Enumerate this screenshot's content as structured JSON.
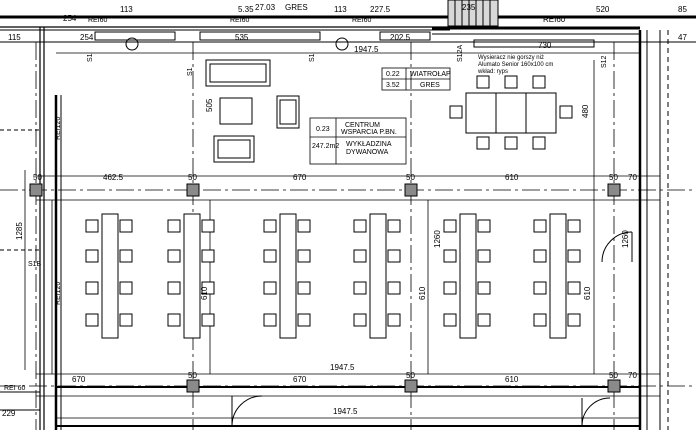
{
  "top_dims": [
    "254",
    "113",
    "5.35",
    "27.03",
    "GRES",
    "113",
    "227.5",
    "235",
    "REI60",
    "520",
    "85"
  ],
  "top_row2": [
    "115",
    "254",
    "535",
    "202.5",
    "730",
    "47"
  ],
  "rei_labels": [
    "REI60",
    "REI60",
    "REI60",
    "REI60",
    "REI120",
    "REI120",
    "REI 60",
    "REI60"
  ],
  "s_labels": [
    "S1",
    "S1",
    "S1",
    "S12",
    "S12A",
    "S1B"
  ],
  "room_main": {
    "code": "0.23",
    "name1": "CENTRUM",
    "name2": "WSPARCIA P.BN.",
    "area": "247.2m2",
    "floor1": "WYKŁADZINA",
    "floor2": "DYWANOWA"
  },
  "room_wiatrolap": {
    "code": "0.22",
    "name": "WIATROŁAP",
    "area": "3.52",
    "floor": "GRES"
  },
  "table_note": {
    "l1": "Wysieracz nie gorszy niż",
    "l2": "Alumato Senior 160x100 cm",
    "l3": "wkład: ryps"
  },
  "grid_top": [
    "50",
    "462.5",
    "50",
    "670",
    "50",
    "610",
    "50",
    "70"
  ],
  "grid_bottom": [
    "670",
    "50",
    "670",
    "50",
    "610",
    "50",
    "70"
  ],
  "overall": "1947.5",
  "side_dims": [
    "505",
    "480",
    "1285",
    "1260",
    "1260",
    "610",
    "610",
    "610",
    "50",
    "70",
    "70",
    "50",
    "70"
  ],
  "bottom_dims": [
    "229",
    "50",
    "70",
    "70",
    "50",
    "1947.5"
  ]
}
